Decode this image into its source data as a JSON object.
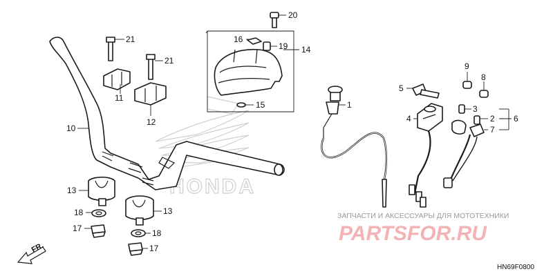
{
  "diagram": {
    "code": "HN69F0800",
    "direction_label": "FR.",
    "callouts": {
      "n1": "1",
      "n2": "2",
      "n3": "3",
      "n4": "4",
      "n5": "5",
      "n6": "6",
      "n7": "7",
      "n8": "8",
      "n9": "9",
      "n10": "10",
      "n11": "11",
      "n12": "12",
      "n13a": "13",
      "n13b": "13",
      "n14": "14",
      "n15": "15",
      "n16": "16",
      "n17a": "17",
      "n17b": "17",
      "n18a": "18",
      "n18b": "18",
      "n19": "19",
      "n20": "20",
      "n21a": "21",
      "n21b": "21"
    }
  },
  "watermark": {
    "brand": "HONDA",
    "shop_line": "ЗАПЧАСТИ И АКСЕССУАРЫ ДЛЯ МОТОТЕХНИКИ",
    "shop_logo": "PARTSFOR.RU"
  },
  "colors": {
    "line": "#1a1a1a",
    "watermark_red": "#e31e24",
    "watermark_gray": "#c8c8c8"
  }
}
